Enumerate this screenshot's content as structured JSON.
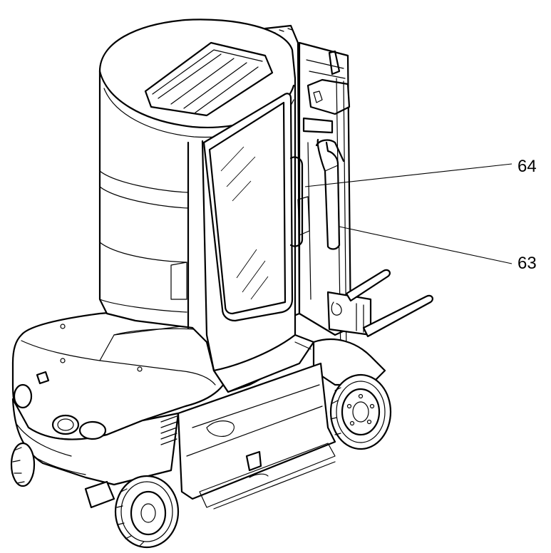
{
  "figure": {
    "callouts": [
      {
        "id": "callout-64",
        "text": "64"
      },
      {
        "id": "callout-63",
        "text": "63"
      }
    ]
  }
}
